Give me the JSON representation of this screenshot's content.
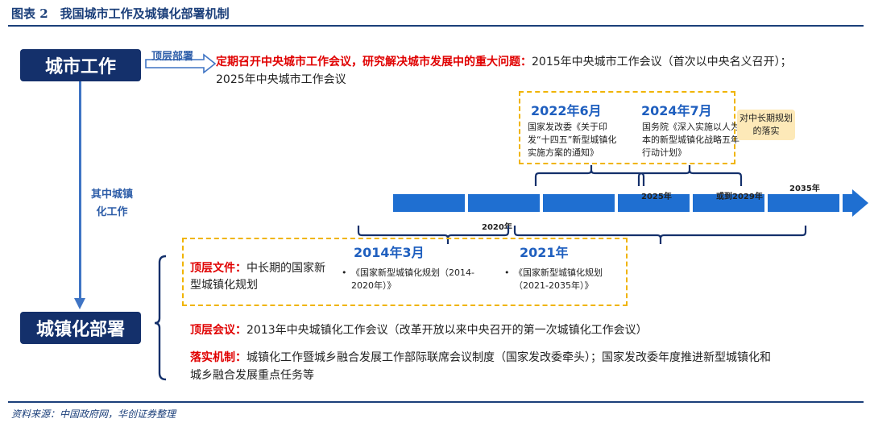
{
  "header": {
    "title": "图表 2　我国城市工作及城镇化部署机制"
  },
  "footer": {
    "source": "资料来源：中国政府网，华创证券整理"
  },
  "city_work": {
    "box_label": "城市工作",
    "arrow_label": "顶层部署",
    "desc_red": "定期召开中央城市工作会议，研究解决城市发展中的重大问题：",
    "desc_text": "2015年中央城市工作会议（首次以中央名义召开）；2025年中央城市工作会议"
  },
  "sub_label": {
    "line1": "其中城镇",
    "line2": "化工作"
  },
  "urbanization": {
    "box_label": "城镇化部署",
    "toplevel_doc_red": "顶层文件：",
    "toplevel_doc_text": "中长期的国家新型城镇化规划",
    "meeting_red": "顶层会议：",
    "meeting_text": "2013年中央城镇化工作会议（改革开放以来中央召开的第一次城镇化工作会议）",
    "impl_red": "落实机制：",
    "impl_text": "城镇化工作暨城乡融合发展工作部际联席会议制度（国家发改委牵头）；国家发改委年度推进新型城镇化和城乡融合发展重点任务等"
  },
  "top_docs": {
    "first": {
      "year": "2022年6月",
      "text": "国家发改委《关于印发“十四五”新型城镇化实施方案的通知》"
    },
    "second": {
      "year": "2024年7月",
      "text": "国务院《深入实施以人为本的新型城镇化战略五年行动计划》"
    },
    "badge": "对中长期规划的落实"
  },
  "plans": {
    "first": {
      "year": "2014年3月",
      "text": "《国家新型城镇化规划（2014-2020年）》"
    },
    "second": {
      "year": "2021年",
      "text": "《国家新型城镇化规划（2021-2035年）》"
    },
    "bullet": "•"
  },
  "timeline": {
    "labels": {
      "y2020": "2020年",
      "y2025": "2025年",
      "y2029": "或到2029年",
      "y2035": "2035年"
    },
    "colors": {
      "segment": "#1f6fd1",
      "accent": "#14306b",
      "arrow_hollow": "#3f74c4"
    }
  }
}
